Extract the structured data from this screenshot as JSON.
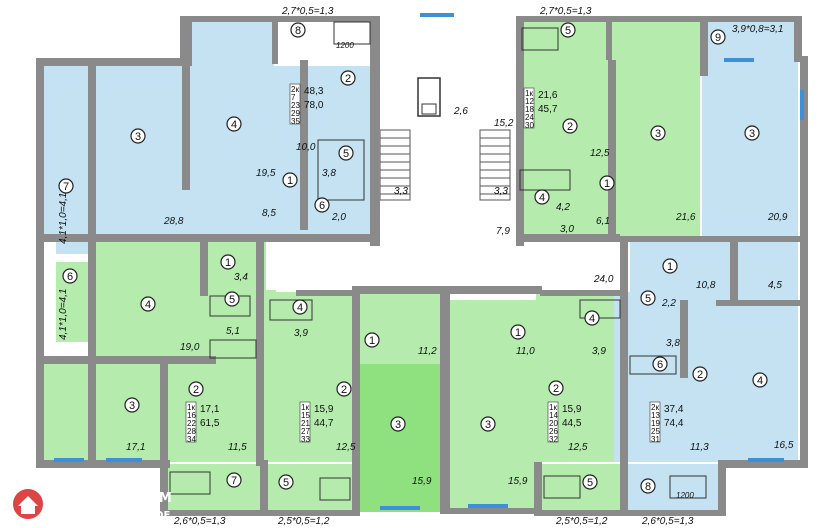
{
  "plan": {
    "colors": {
      "blue": "#c4e2f2",
      "green": "#b5ecae",
      "green_bright": "#8fe07f",
      "wall": "#8a8a8a",
      "window": "#3d8fd8",
      "core": "#ffffff"
    },
    "balconies": [
      {
        "id": "b1",
        "label": "2,7*0,5=1,3"
      },
      {
        "id": "b2",
        "label": "2,7*0,5=1,3"
      },
      {
        "id": "b3",
        "label": "3,9*0,8=3,1"
      },
      {
        "id": "b4",
        "label": "4,1*1,0=4,1"
      },
      {
        "id": "b5",
        "label": "4,1*1,0=4,1"
      },
      {
        "id": "b6",
        "label": "2,6*0,5=1,3"
      },
      {
        "id": "b7",
        "label": "2,5*0,5=1,2"
      },
      {
        "id": "b8",
        "label": "2,5*0,5=1,2"
      },
      {
        "id": "b9",
        "label": "2,6*0,5=1,3"
      }
    ],
    "apartments": [
      {
        "id": "a1",
        "rooms": "2",
        "nums": [
          "7",
          "23",
          "29",
          "35"
        ],
        "area_total": "48,3",
        "area_full": "78,0"
      },
      {
        "id": "a2",
        "rooms": "1",
        "nums": [
          "12",
          "18",
          "24",
          "30"
        ],
        "area_total": "21,6",
        "area_full": "45,7"
      },
      {
        "id": "a3",
        "rooms": "1",
        "nums": [
          "16",
          "22",
          "28",
          "34"
        ],
        "area_total": "17,1",
        "area_full": "61,5"
      },
      {
        "id": "a4",
        "rooms": "1",
        "nums": [
          "15",
          "21",
          "27",
          "33"
        ],
        "area_total": "15,9",
        "area_full": "44,7"
      },
      {
        "id": "a5",
        "rooms": "1",
        "nums": [
          "14",
          "20",
          "26",
          "32"
        ],
        "area_total": "15,9",
        "area_full": "44,5"
      },
      {
        "id": "a6",
        "rooms": "2",
        "nums": [
          "13",
          "19",
          "25",
          "31"
        ],
        "area_total": "37,4",
        "area_full": "74,4"
      }
    ],
    "room_markers": [
      "1",
      "2",
      "3",
      "4",
      "5",
      "6",
      "7",
      "8",
      "9"
    ],
    "areas": [
      "2,6",
      "15,2",
      "10,0",
      "3,8",
      "19,5",
      "28,8",
      "8,5",
      "2,0",
      "3,3",
      "3,3",
      "12,5",
      "4,2",
      "7,9",
      "3,0",
      "6,1",
      "21,6",
      "20,9",
      "3,4",
      "24,0",
      "10,8",
      "4,5",
      "5,1",
      "3,9",
      "19,0",
      "11,2",
      "11,0",
      "3,9",
      "2,2",
      "3,8",
      "17,1",
      "11,5",
      "12,5",
      "15,9",
      "15,9",
      "12,5",
      "11,3",
      "16,5",
      "1200",
      "1200"
    ],
    "watermark": {
      "brand": "KVARTORG.COM",
      "sub": "REALTY WORLDWIDE"
    }
  }
}
